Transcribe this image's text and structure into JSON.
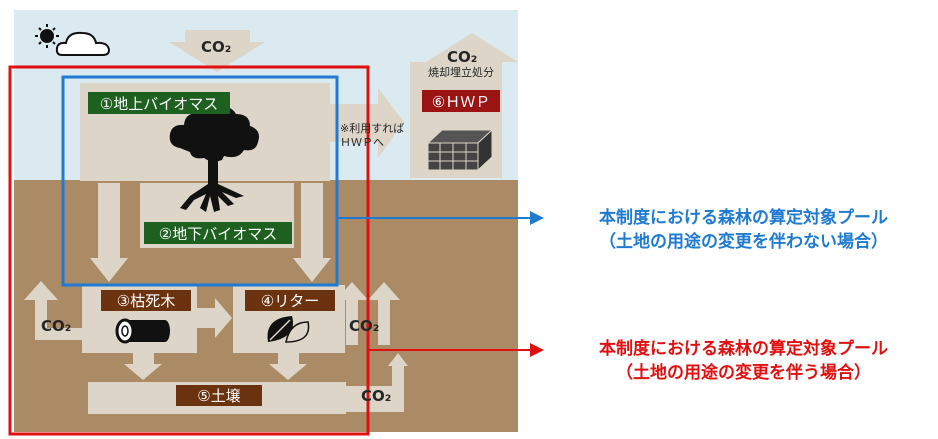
{
  "co2": "CO₂",
  "hwp_caption": "焼却埋立処分",
  "note_line1": "※利用すれば",
  "note_line2": "ＨＷＰへ",
  "pools": {
    "above_ground": "①地上バイオマス",
    "below_ground": "②地下バイオマス",
    "dead_wood": "③枯死木",
    "litter": "④リター",
    "soil": "⑤土壌",
    "hwp": "⑥ＨＷＰ"
  },
  "legend": {
    "blue": {
      "line1": "本制度における森林の算定対象プール",
      "line2": "（土地の用途の変更を伴わない場合）",
      "color": "#1f7bd1"
    },
    "red": {
      "line1": "本制度における森林の算定対象プール",
      "line2": "（土地の用途の変更を伴う場合）",
      "color": "#e01010"
    }
  },
  "colors": {
    "sky": "#dbe9f1",
    "ground": "#ab8a66",
    "pool_box": "#ddd6c8",
    "green_label": "#1e6020",
    "brown_label": "#6b3210",
    "hwp_label": "#9a1414"
  }
}
